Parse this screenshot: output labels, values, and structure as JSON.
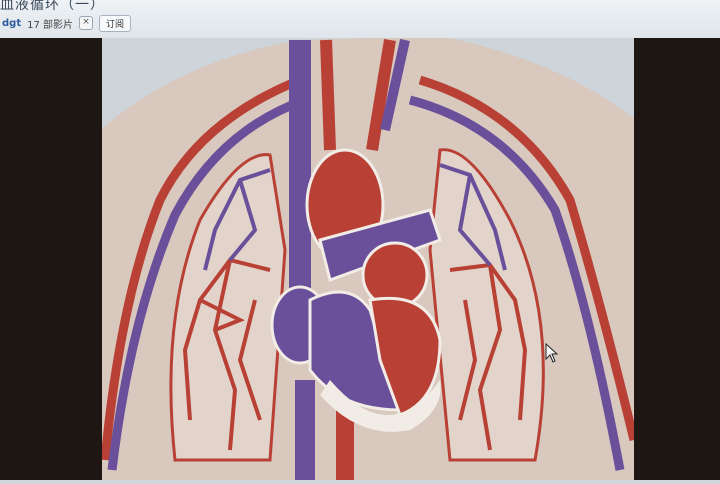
{
  "window": {
    "title": "血液循环（一）",
    "user": "dgt",
    "count_text": "17 部影片",
    "close_glyph": "×",
    "subscribe_label": "订阅"
  },
  "icons": {
    "close": "close-icon",
    "cursor": "mouse-cursor-icon"
  },
  "colors": {
    "arterial": "#b84034",
    "venous": "#6a4f9a",
    "background": "#d8c8bd",
    "lung_fill": "#e2d4cb",
    "frame": "#1d1613"
  }
}
